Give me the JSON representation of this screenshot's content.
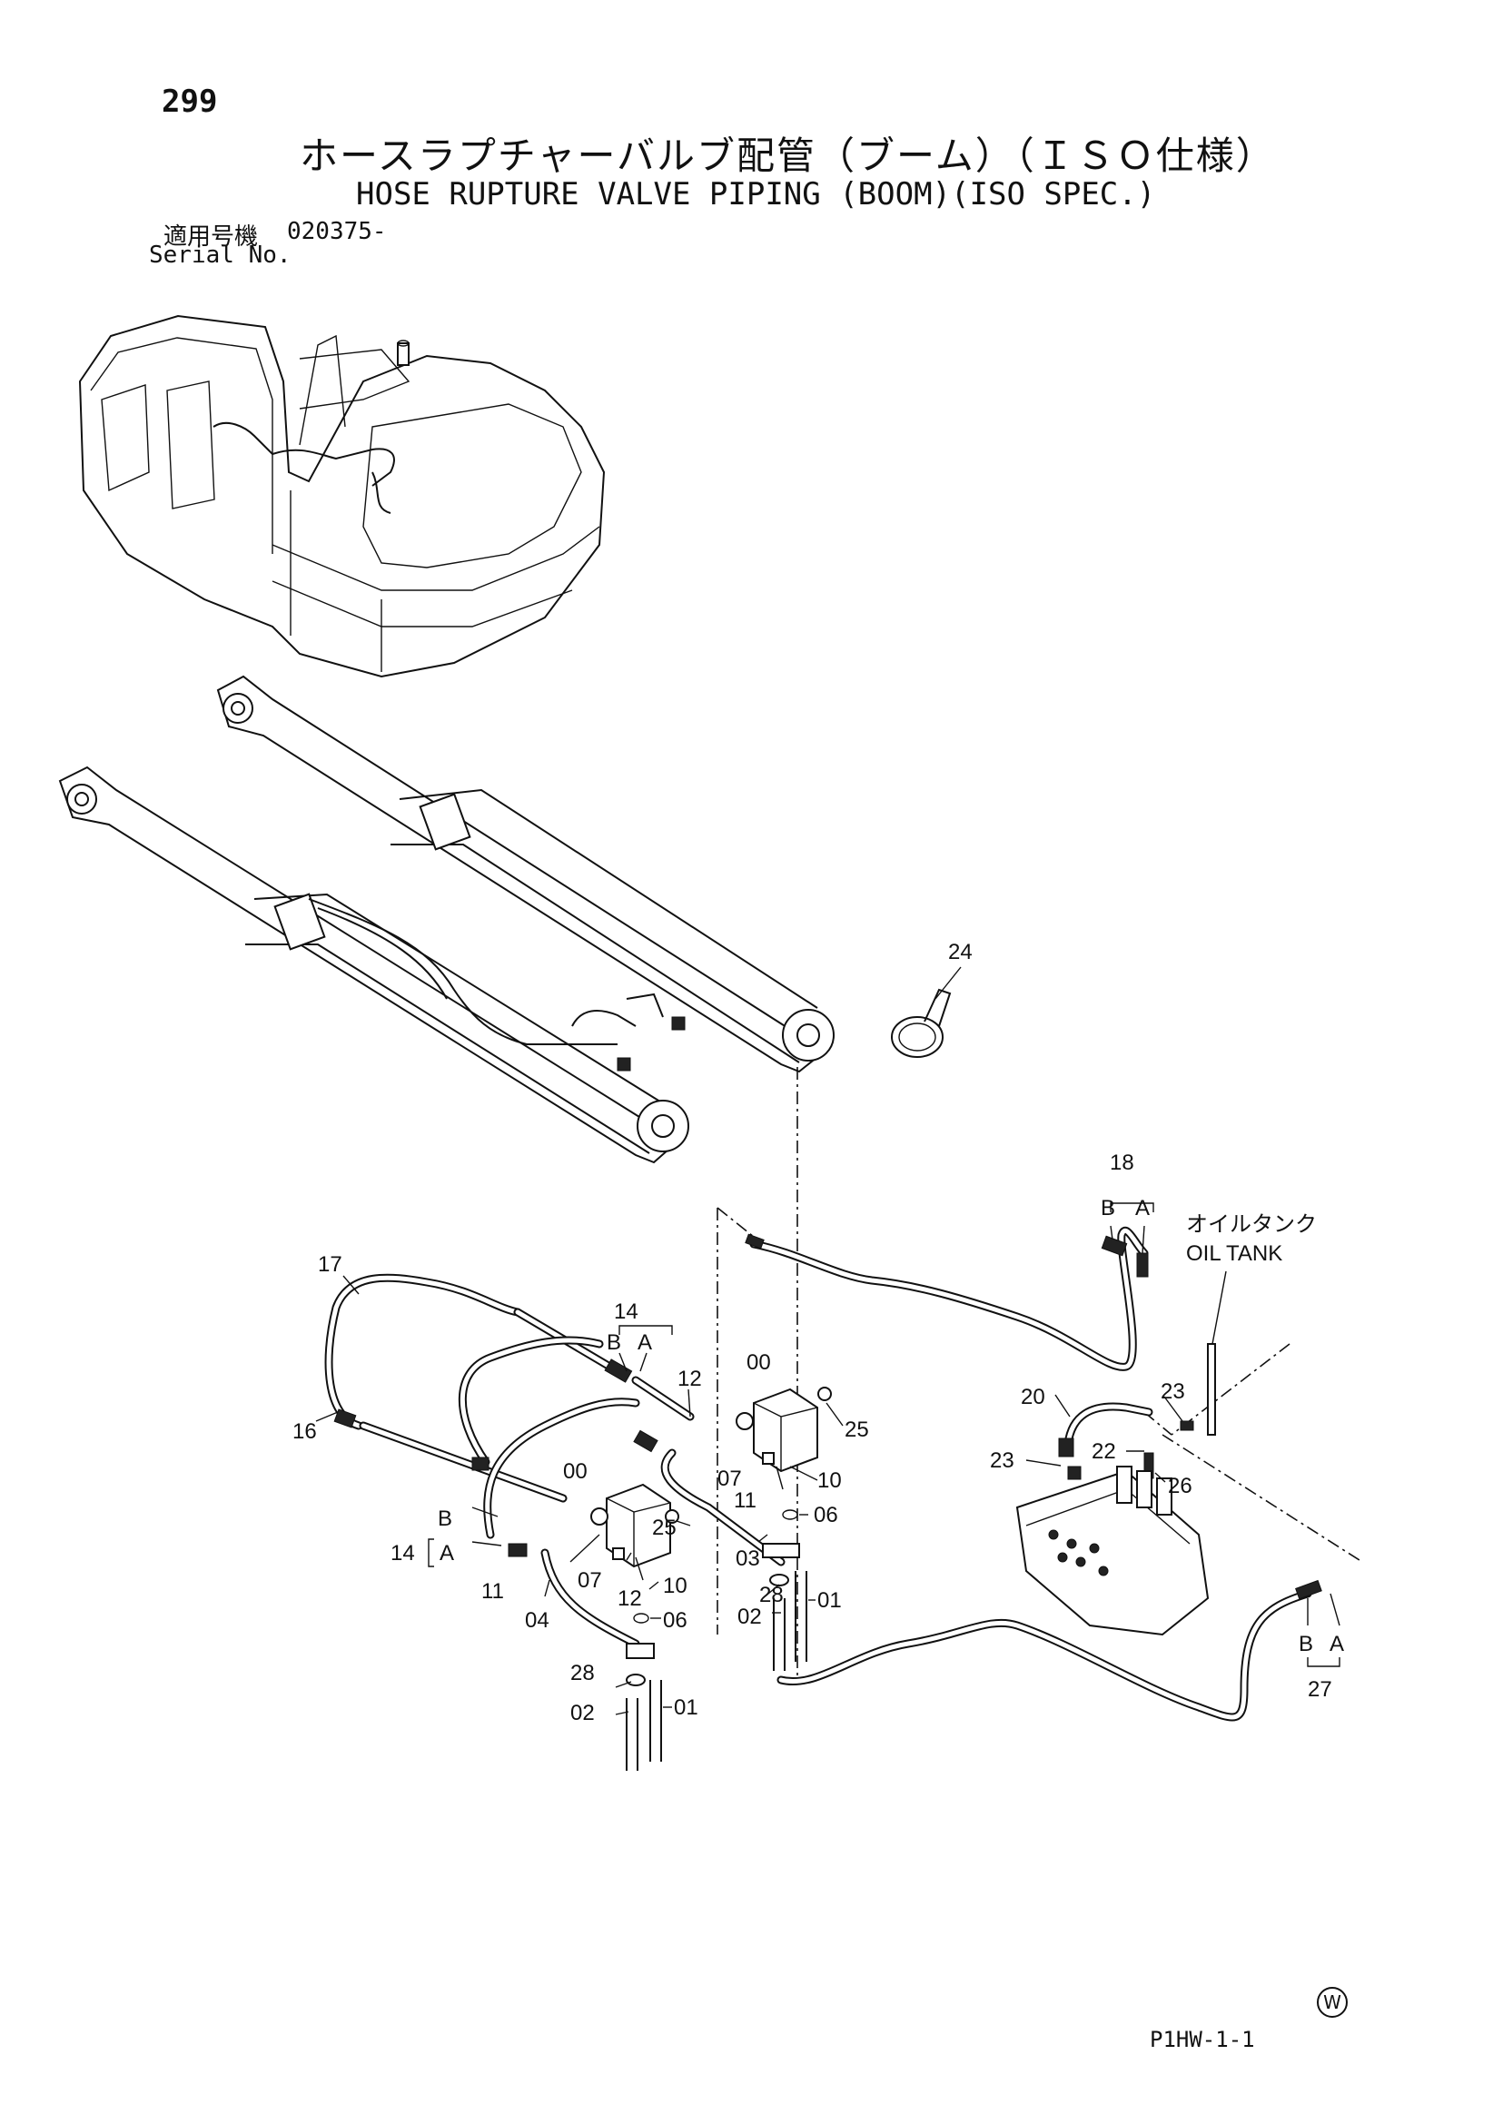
{
  "header": {
    "page_number": "299",
    "title_jp": "ホースラプチャーバルブ配管（ブーム）（ＩＳＯ仕様）",
    "title_en": "HOSE RUPTURE VALVE PIPING (BOOM)(ISO SPEC.)",
    "serial_label_jp": "適用号機",
    "serial_value": "020375-",
    "serial_label_en": "Serial No."
  },
  "callouts": {
    "c00a": "00",
    "c00b": "00",
    "c01a": "01",
    "c01b": "01",
    "c02a": "02",
    "c02b": "02",
    "c03": "03",
    "c04": "04",
    "c06a": "06",
    "c06b": "06",
    "c07a": "07",
    "c07b": "07",
    "c10a": "10",
    "c10b": "10",
    "c11a": "11",
    "c11b": "11",
    "c12a": "12",
    "c12b": "12",
    "c14a": "14",
    "c14b": "14",
    "c16": "16",
    "c17": "17",
    "c18": "18",
    "c20": "20",
    "c22": "22",
    "c23a": "23",
    "c23b": "23",
    "c24": "24",
    "c25a": "25",
    "c25b": "25",
    "c26": "26",
    "c27": "27",
    "c28a": "28",
    "c28b": "28",
    "labelA1": "A",
    "labelB1": "B",
    "labelA2": "A",
    "labelB2": "B",
    "labelA3": "A",
    "labelB3": "B",
    "labelA4": "A",
    "labelB4": "B"
  },
  "oil_tank": {
    "label_jp": "オイルタンク",
    "label_en": "OIL TANK"
  },
  "footer": {
    "drawing_code": "P1HW-1-1",
    "mark": "W"
  }
}
